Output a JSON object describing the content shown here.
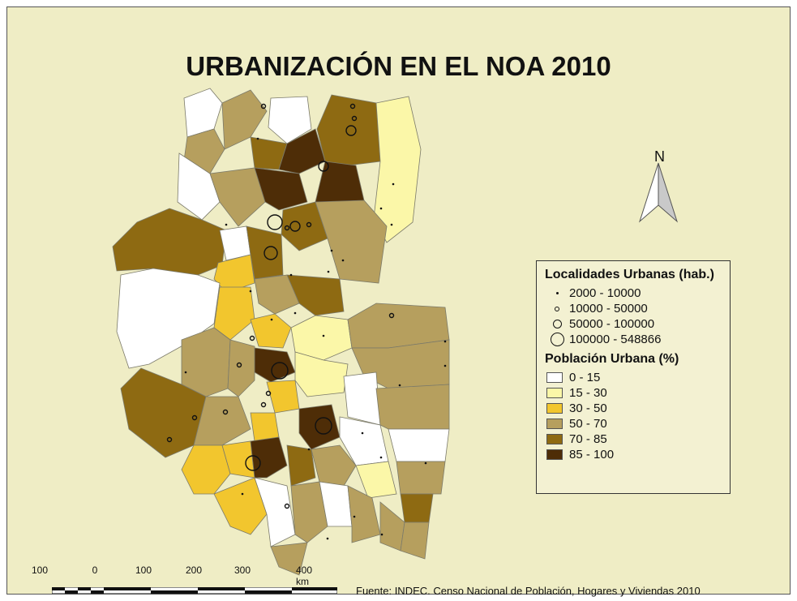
{
  "title": "URBANIZACIÓN EN EL NOA 2010",
  "north_arrow": {
    "label": "N"
  },
  "legend": {
    "symbols_title": "Localidades Urbanas (hab.)",
    "symbols": [
      {
        "label": "2000 - 10000"
      },
      {
        "label": "10000 - 50000"
      },
      {
        "label": "50000 - 100000"
      },
      {
        "label": "100000 - 548866"
      }
    ],
    "classes_title": "Población Urbana (%)",
    "classes": [
      {
        "label": "0 - 15",
        "color": "#ffffff"
      },
      {
        "label": "15 - 30",
        "color": "#fbf7a8"
      },
      {
        "label": "30 - 50",
        "color": "#f2c62e"
      },
      {
        "label": "50 - 70",
        "color": "#b69f5e"
      },
      {
        "label": "70 - 85",
        "color": "#8e6a12"
      },
      {
        "label": "85 - 100",
        "color": "#4e2d07"
      }
    ]
  },
  "scale_bar": {
    "labels": [
      "100",
      "0",
      "100",
      "200",
      "300",
      "400 km"
    ]
  },
  "source": "Fuente: INDEC. Censo Nacional de Población, Hogares y Viviendas 2010"
}
